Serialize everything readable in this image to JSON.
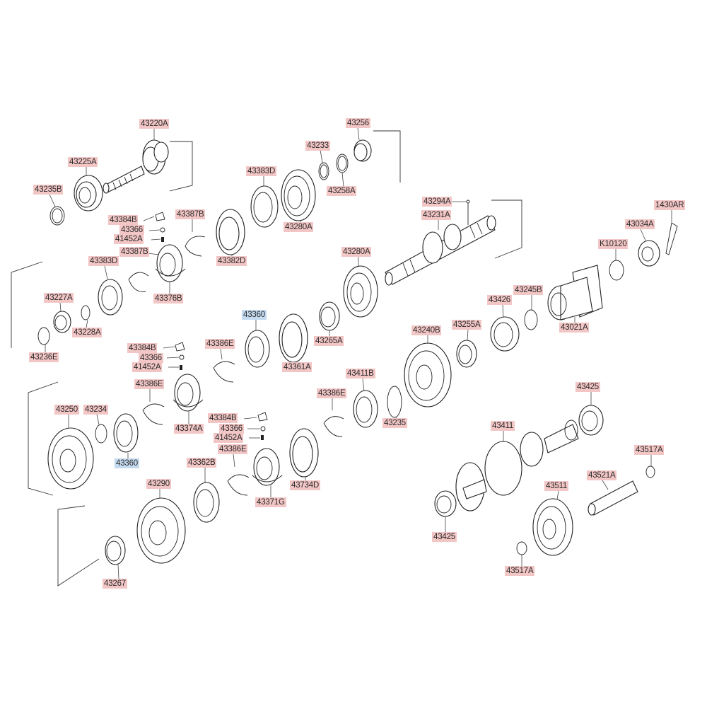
{
  "labels": [
    {
      "id": "43220A",
      "text": "43220A",
      "color": "red"
    },
    {
      "id": "43225A",
      "text": "43225A",
      "color": "red"
    },
    {
      "id": "43235B",
      "text": "43235B",
      "color": "red"
    },
    {
      "id": "43233",
      "text": "43233",
      "color": "red"
    },
    {
      "id": "43256",
      "text": "43256",
      "color": "red"
    },
    {
      "id": "43258A",
      "text": "43258A",
      "color": "red"
    },
    {
      "id": "43383D_a",
      "text": "43383D",
      "color": "red"
    },
    {
      "id": "43280A_a",
      "text": "43280A",
      "color": "red"
    },
    {
      "id": "43294A",
      "text": "43294A",
      "color": "red"
    },
    {
      "id": "43231A",
      "text": "43231A",
      "color": "red"
    },
    {
      "id": "1430AR",
      "text": "1430AR",
      "color": "red"
    },
    {
      "id": "43384B_a",
      "text": "43384B",
      "color": "red"
    },
    {
      "id": "43366_a",
      "text": "43366",
      "color": "red"
    },
    {
      "id": "41452A_a",
      "text": "41452A",
      "color": "red"
    },
    {
      "id": "43387B_a",
      "text": "43387B",
      "color": "red"
    },
    {
      "id": "43387B_b",
      "text": "43387B",
      "color": "red"
    },
    {
      "id": "43382D",
      "text": "43382D",
      "color": "red"
    },
    {
      "id": "43034A",
      "text": "43034A",
      "color": "red"
    },
    {
      "id": "K10120",
      "text": "K10120",
      "color": "red"
    },
    {
      "id": "43383D_b",
      "text": "43383D",
      "color": "red"
    },
    {
      "id": "43376B",
      "text": "43376B",
      "color": "red"
    },
    {
      "id": "43280A_b",
      "text": "43280A",
      "color": "red"
    },
    {
      "id": "43227A",
      "text": "43227A",
      "color": "red"
    },
    {
      "id": "43228A",
      "text": "43228A",
      "color": "red"
    },
    {
      "id": "43360_a",
      "text": "43360",
      "color": "blue"
    },
    {
      "id": "43426",
      "text": "43426",
      "color": "red"
    },
    {
      "id": "43245B",
      "text": "43245B",
      "color": "red"
    },
    {
      "id": "43255A",
      "text": "43255A",
      "color": "red"
    },
    {
      "id": "43021A",
      "text": "43021A",
      "color": "red"
    },
    {
      "id": "43265A",
      "text": "43265A",
      "color": "red"
    },
    {
      "id": "43236E",
      "text": "43236E",
      "color": "red"
    },
    {
      "id": "43384B_b",
      "text": "43384B",
      "color": "red"
    },
    {
      "id": "43386E_a",
      "text": "43386E",
      "color": "red"
    },
    {
      "id": "43240B",
      "text": "43240B",
      "color": "red"
    },
    {
      "id": "43366_b",
      "text": "43366",
      "color": "red"
    },
    {
      "id": "41452A_b",
      "text": "41452A",
      "color": "red"
    },
    {
      "id": "43361A",
      "text": "43361A",
      "color": "red"
    },
    {
      "id": "43411B",
      "text": "43411B",
      "color": "red"
    },
    {
      "id": "43386E_b",
      "text": "43386E",
      "color": "red"
    },
    {
      "id": "43386E_c",
      "text": "43386E",
      "color": "red"
    },
    {
      "id": "43425_a",
      "text": "43425",
      "color": "red"
    },
    {
      "id": "43250",
      "text": "43250",
      "color": "red"
    },
    {
      "id": "43234",
      "text": "43234",
      "color": "red"
    },
    {
      "id": "43384B_c",
      "text": "43384B",
      "color": "red"
    },
    {
      "id": "43235",
      "text": "43235",
      "color": "red"
    },
    {
      "id": "43374A",
      "text": "43374A",
      "color": "red"
    },
    {
      "id": "43366_c",
      "text": "43366",
      "color": "red"
    },
    {
      "id": "43411",
      "text": "43411",
      "color": "red"
    },
    {
      "id": "41452A_c",
      "text": "41452A",
      "color": "red"
    },
    {
      "id": "43386E_d",
      "text": "43386E",
      "color": "red"
    },
    {
      "id": "43517A_a",
      "text": "43517A",
      "color": "red"
    },
    {
      "id": "43360_b",
      "text": "43360",
      "color": "blue"
    },
    {
      "id": "43362B",
      "text": "43362B",
      "color": "red"
    },
    {
      "id": "43521A",
      "text": "43521A",
      "color": "red"
    },
    {
      "id": "43290",
      "text": "43290",
      "color": "red"
    },
    {
      "id": "43734D",
      "text": "43734D",
      "color": "red"
    },
    {
      "id": "43511",
      "text": "43511",
      "color": "red"
    },
    {
      "id": "43371G",
      "text": "43371G",
      "color": "red"
    },
    {
      "id": "43425_b",
      "text": "43425",
      "color": "red"
    },
    {
      "id": "43517A_b",
      "text": "43517A",
      "color": "red"
    },
    {
      "id": "43267",
      "text": "43267",
      "color": "red"
    }
  ]
}
